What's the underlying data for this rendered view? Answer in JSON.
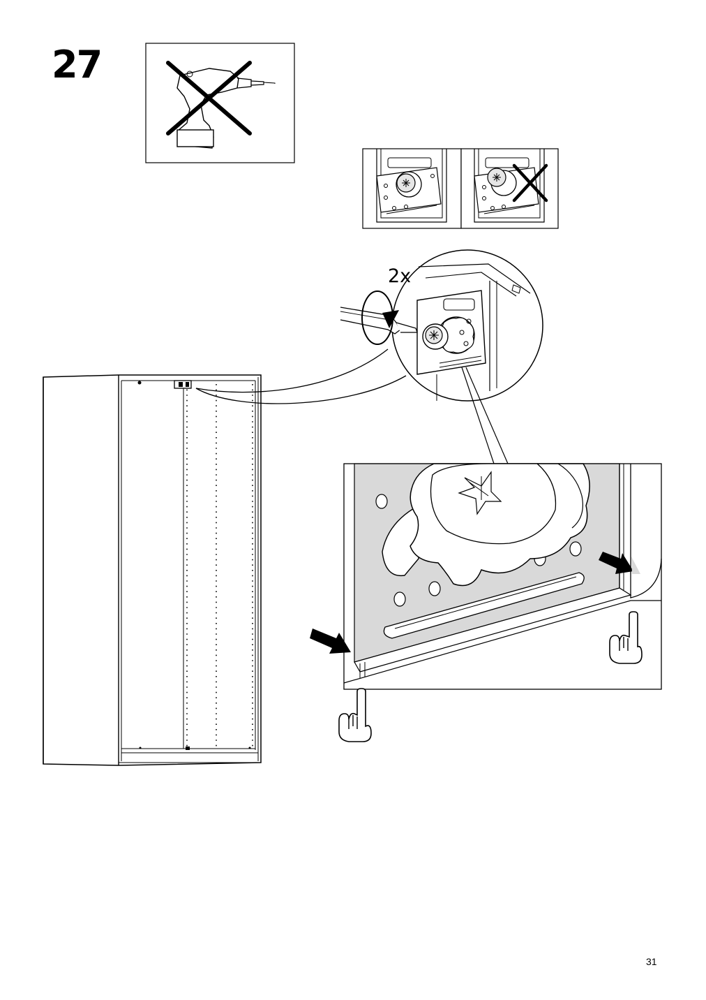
{
  "page": {
    "step_number": "27",
    "page_number": "31"
  },
  "detail": {
    "quantity_label": "2x"
  },
  "icons": {
    "no_power_drill": "no-power-drill-icon",
    "correct_fitting": "correct-fitting-icon",
    "incorrect_fitting": "incorrect-fitting-icon",
    "screwdriver": "screwdriver-icon",
    "rotate_arrow": "rotate-clockwise-icon",
    "push_arrow": "push-arrow-icon",
    "pressing_finger": "finger-press-icon",
    "cabinet": "cabinet-frame-icon"
  },
  "colors": {
    "line": "#000000",
    "shade": "#d9d9d9",
    "background": "#ffffff"
  }
}
